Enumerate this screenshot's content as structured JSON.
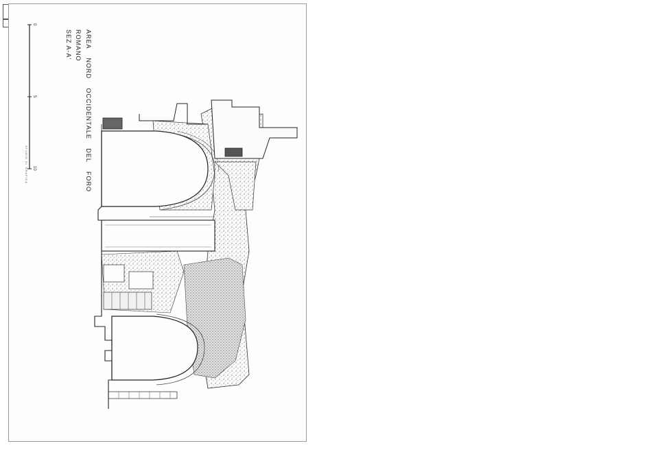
{
  "drawing": {
    "title_line1": "AREA NORD OCCIDENTALE DEL FORO",
    "title_line2": "ROMANO",
    "title_line3": "SEZ A-A'",
    "scale_ticks": [
      "0",
      "5",
      "10"
    ],
    "scale_label": "STUDIO DI GRAFICA"
  },
  "colors": {
    "ink": "#1a1a1a",
    "hatch": "#7a7a7a",
    "fill_dark": "#555555",
    "paper": "#fdfdfd"
  }
}
